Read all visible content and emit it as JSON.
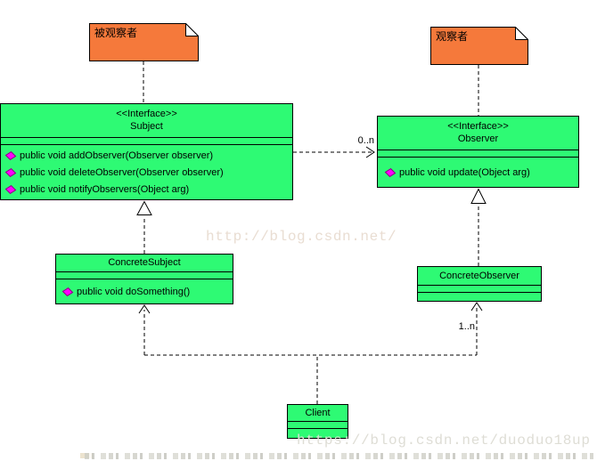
{
  "diagram": {
    "notes": [
      {
        "text": "被观察者"
      },
      {
        "text": "观察者"
      }
    ],
    "classes": {
      "subject": {
        "stereotype": "<<Interface>>",
        "name": "Subject",
        "operations": [
          "public void addObserver(Observer observer)",
          "public void deleteObserver(Observer observer)",
          "public void notifyObservers(Object arg)"
        ]
      },
      "observer": {
        "stereotype": "<<Interface>>",
        "name": "Observer",
        "operations": [
          "public void update(Object arg)"
        ]
      },
      "concrete_subject": {
        "name": "ConcreteSubject",
        "operations": [
          "public void doSomething()"
        ]
      },
      "concrete_observer": {
        "name": "ConcreteObserver"
      },
      "client": {
        "name": "Client"
      }
    },
    "edge_labels": {
      "subject_observer_multiplicity": "0..n",
      "client_observer_multiplicity": "1..n"
    },
    "watermarks": {
      "top": "http://blog.csdn.net/",
      "bottom": "https://blog.csdn.net/duoduo18up"
    },
    "colors": {
      "class_fill": "#2EFA74",
      "note_fill": "#F5793B",
      "operation_icon": "#FF00FF",
      "watermark_top": "#E9DDD2",
      "watermark_bottom": "#DEDDD5"
    }
  }
}
